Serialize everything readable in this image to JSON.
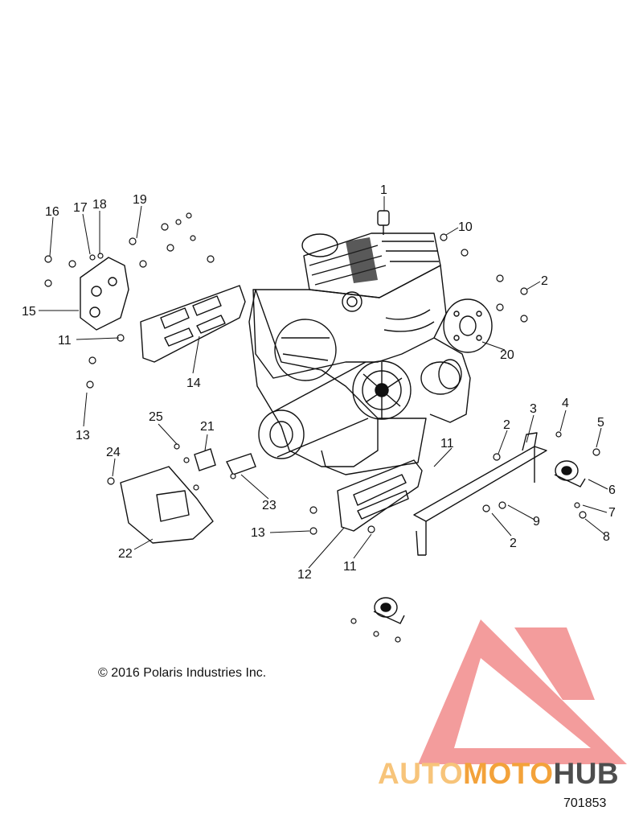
{
  "callouts": [
    "1",
    "2",
    "3",
    "4",
    "5",
    "6",
    "7",
    "8",
    "9",
    "10",
    "11",
    "12",
    "13",
    "14",
    "15",
    "16",
    "17",
    "18",
    "19",
    "20",
    "21",
    "22",
    "23",
    "24",
    "25"
  ],
  "copyright": "© 2016 Polaris Industries Inc.",
  "figure_number": "701853",
  "watermark": {
    "part1": "AUTO",
    "part2": "MOTO",
    "part3": "HUB",
    "colors": {
      "triangle": "#f28b8b",
      "part1": "#f7c47a",
      "part2": "#f3a23a",
      "part3": "#4d4d4d"
    }
  }
}
